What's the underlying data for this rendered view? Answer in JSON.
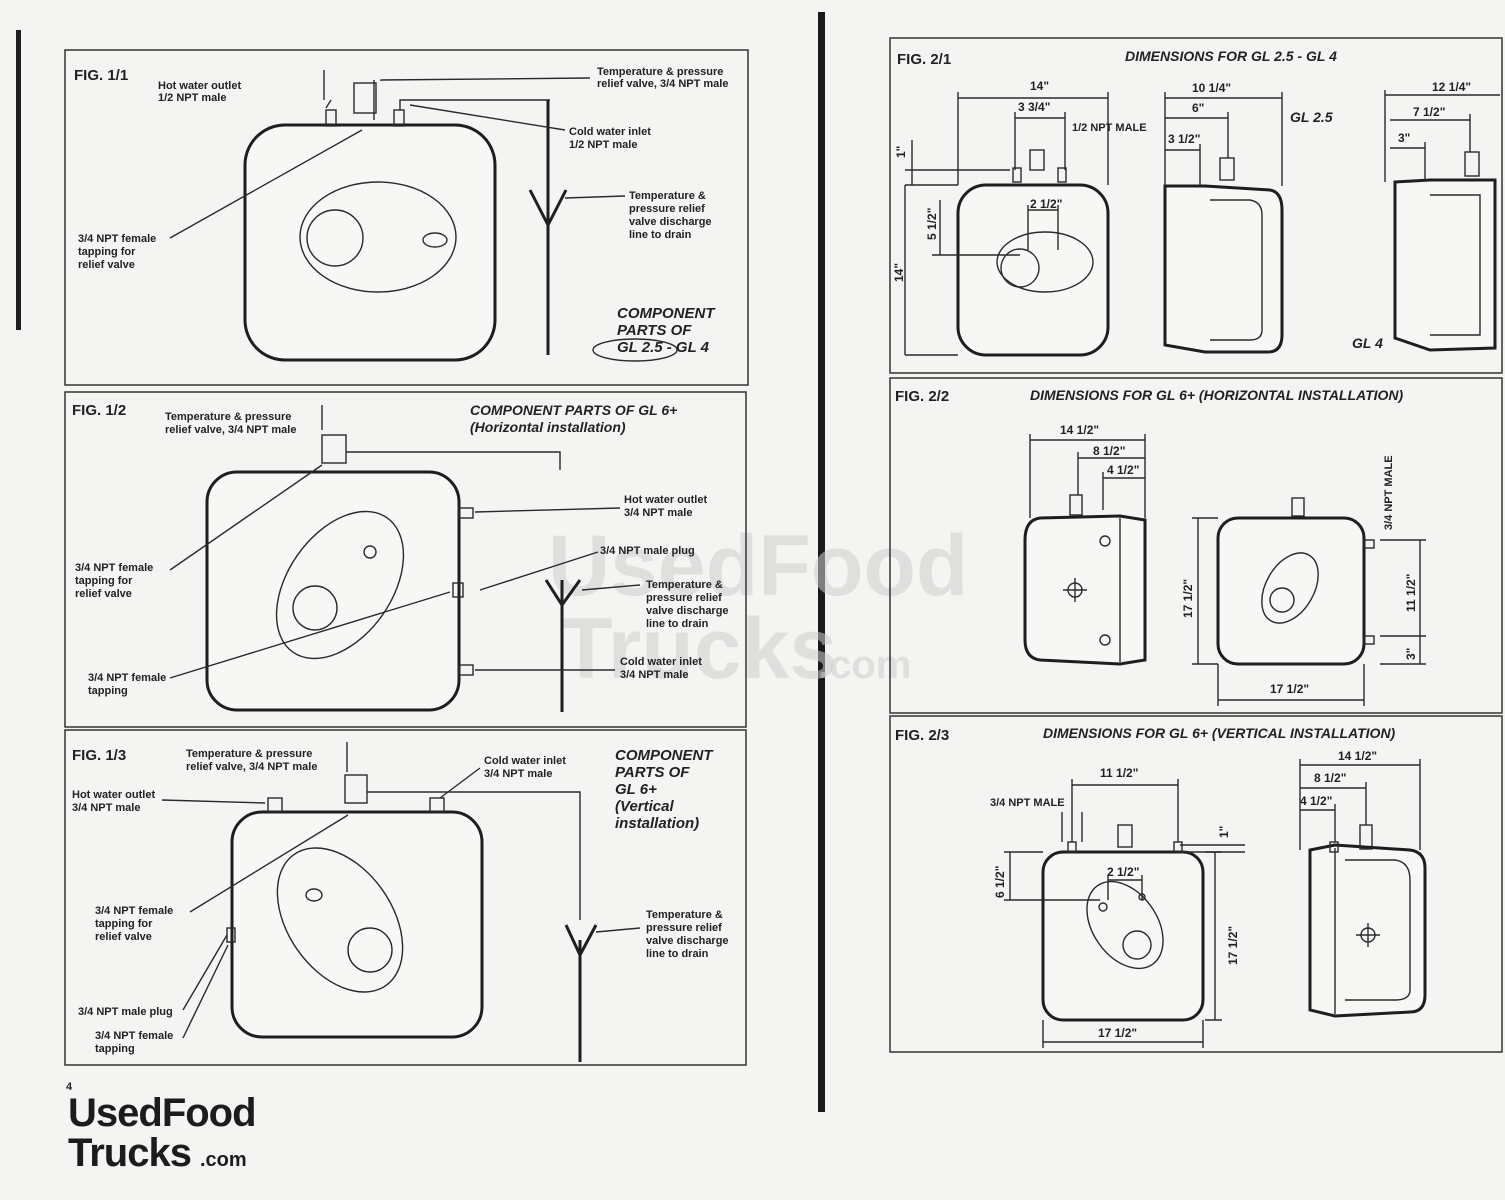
{
  "fig11": {
    "title": "FIG. 1/1",
    "hot_outlet_1": "Hot water outlet",
    "hot_outlet_2": "1/2 NPT male",
    "tp_valve_1": "Temperature & pressure",
    "tp_valve_2": "relief valve, 3/4 NPT male",
    "cold_inlet_1": "Cold water inlet",
    "cold_inlet_2": "1/2 NPT male",
    "female_1": "3/4 NPT female",
    "female_2": "tapping for",
    "female_3": "relief valve",
    "discharge_1": "Temperature &",
    "discharge_2": "pressure relief",
    "discharge_3": "valve discharge",
    "discharge_4": "line to drain",
    "caption_1": "COMPONENT",
    "caption_2": "PARTS OF",
    "caption_3": "GL 2.5 - GL 4"
  },
  "fig12": {
    "title": "FIG. 1/2",
    "heading_1": "COMPONENT PARTS OF GL 6+",
    "heading_2": "(Horizontal installation)",
    "tp_valve_1": "Temperature & pressure",
    "tp_valve_2": "relief valve, 3/4 NPT male",
    "hot_outlet_1": "Hot water outlet",
    "hot_outlet_2": "3/4 NPT male",
    "plug": "3/4 NPT male plug",
    "female_1": "3/4 NPT female",
    "female_2": "tapping for",
    "female_3": "relief valve",
    "discharge_1": "Temperature &",
    "discharge_2": "pressure relief",
    "discharge_3": "valve discharge",
    "discharge_4": "line to drain",
    "tapping_1": "3/4 NPT female",
    "tapping_2": "tapping",
    "cold_inlet_1": "Cold water inlet",
    "cold_inlet_2": "3/4 NPT male"
  },
  "fig13": {
    "title": "FIG. 1/3",
    "tp_valve_1": "Temperature & pressure",
    "tp_valve_2": "relief valve, 3/4 NPT male",
    "cold_inlet_1": "Cold water inlet",
    "cold_inlet_2": "3/4 NPT male",
    "hot_outlet_1": "Hot water outlet",
    "hot_outlet_2": "3/4 NPT male",
    "caption_1": "COMPONENT",
    "caption_2": "PARTS OF",
    "caption_3": "GL 6+",
    "caption_4": "(Vertical",
    "caption_5": "installation)",
    "female_1": "3/4 NPT female",
    "female_2": "tapping for",
    "female_3": "relief valve",
    "discharge_1": "Temperature &",
    "discharge_2": "pressure relief",
    "discharge_3": "valve discharge",
    "discharge_4": "line to drain",
    "plug": "3/4 NPT male plug",
    "tapping_1": "3/4 NPT female",
    "tapping_2": "tapping"
  },
  "fig21": {
    "title": "FIG. 2/1",
    "heading": "DIMENSIONS FOR GL 2.5 - GL 4",
    "w14": "14\"",
    "d334": "3 3/4\"",
    "npt": "1/2 NPT MALE",
    "h1": "1\"",
    "d212": "2 1/2\"",
    "d512": "5 1/2\"",
    "h14": "14\"",
    "w1014": "10 1/4\"",
    "d6": "6\"",
    "d312": "3 1/2\"",
    "gl25": "GL 2.5",
    "w1214": "12 1/4\"",
    "d712": "7 1/2\"",
    "d3": "3\"",
    "gl4": "GL 4"
  },
  "fig22": {
    "title": "FIG. 2/2",
    "heading": "DIMENSIONS FOR GL 6+ (HORIZONTAL INSTALLATION)",
    "w1412": "14 1/2\"",
    "d812": "8 1/2\"",
    "d412": "4 1/2\"",
    "npt": "3/4 NPT MALE",
    "h1712": "17 1/2\"",
    "d1112": "11 1/2\"",
    "d3": "3\"",
    "w1712": "17 1/2\""
  },
  "fig23": {
    "title": "FIG. 2/3",
    "heading": "DIMENSIONS FOR GL 6+ (VERTICAL INSTALLATION)",
    "w1112": "11 1/2\"",
    "npt": "3/4 NPT MALE",
    "h1": "1\"",
    "d612": "6 1/2\"",
    "d212": "2 1/2\"",
    "h1712": "17 1/2\"",
    "w1712": "17 1/2\"",
    "w1412": "14 1/2\"",
    "d812": "8 1/2\"",
    "d412": "4 1/2\""
  },
  "page_number": "4",
  "logo": {
    "line1": "UsedFood",
    "line2": "Trucks",
    "suffix": ".com"
  },
  "watermark": {
    "line1": "UsedFood",
    "line2": "Trucks",
    "suffix": ".com"
  }
}
